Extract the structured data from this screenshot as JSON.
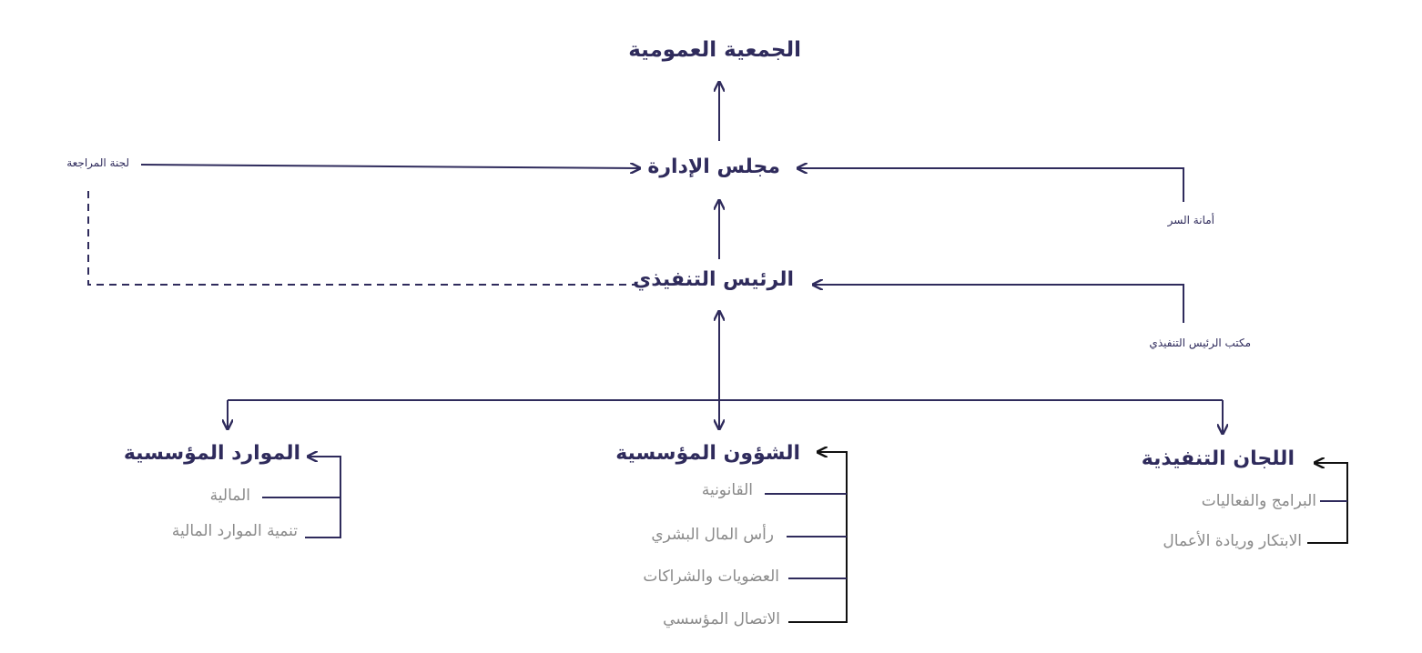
{
  "top": {
    "general_assembly": "الجمعية العمومية"
  },
  "core": {
    "board": "مجلس الإدارة",
    "ceo": "الرئيس التنفيذي"
  },
  "side": {
    "audit_committee": "لجنة المراجعة",
    "secretariat": "أمانة السر",
    "ceo_office": "مكتب الرئيس التنفيذي"
  },
  "departments": {
    "financial_resources": {
      "title": "الموارد المؤسسية",
      "items": [
        "المالية",
        "تنمية الموارد المالية"
      ]
    },
    "corporate_affairs": {
      "title": "الشؤون المؤسسية",
      "items": [
        "القانونية",
        "رأس المال البشري",
        "العضويات والشراكات",
        "الاتصال المؤسسي"
      ]
    },
    "executive_committees": {
      "title": "اللجان التنفيذية",
      "items": [
        "البرامج والفعاليات",
        "الابتكار وريادة الأعمال"
      ]
    }
  },
  "colors": {
    "primary": "#2f2b5c",
    "muted": "#8a8a8a",
    "dark": "#111111"
  }
}
